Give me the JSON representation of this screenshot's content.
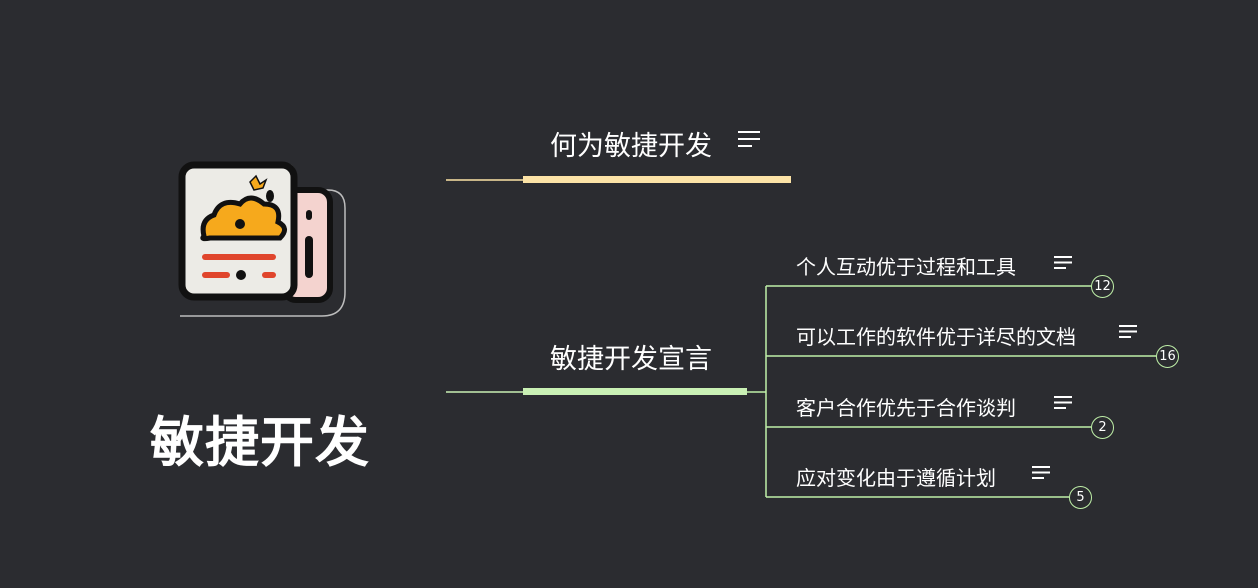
{
  "root": {
    "title": "敏捷开发",
    "icon": "document-cloud-icon"
  },
  "branches": [
    {
      "title": "何为敏捷开发",
      "color": "#fce3a6",
      "has_note": true,
      "children": []
    },
    {
      "title": "敏捷开发宣言",
      "color": "#c9f0b4",
      "has_note": false,
      "children": [
        {
          "title": "个人互动优于过程和工具",
          "badge": "12",
          "has_note": true
        },
        {
          "title": "可以工作的软件优于详尽的文档",
          "badge": "16",
          "has_note": true
        },
        {
          "title": "客户合作优先于合作谈判",
          "badge": "2",
          "has_note": true
        },
        {
          "title": "应对变化由于遵循计划",
          "badge": "5",
          "has_note": true
        }
      ]
    }
  ],
  "colors": {
    "background": "#2b2c30",
    "leaf_line": "#bff0a8"
  }
}
